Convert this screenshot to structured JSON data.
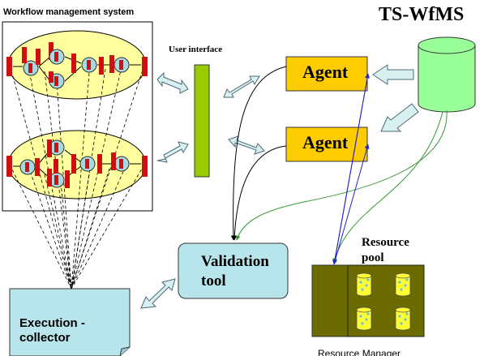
{
  "diagram": {
    "wfms_label": "Workflow management system",
    "title": "TS-WfMS",
    "user_interface_label": "User interface",
    "agent_top_label": "Agent",
    "agent_bottom_label": "Agent",
    "validation_tool_label_line1": "Validation",
    "validation_tool_label_line2": "tool",
    "resource_pool_label_line1": "Resource",
    "resource_pool_label_line2": "pool",
    "execution_collector_label_line1": "Execution -",
    "execution_collector_label_line2": "collector",
    "resource_manager_label": "Resource Manager"
  },
  "colors": {
    "ellipse_fill": "#ffffa0",
    "node_red": "#d01010",
    "circle_fill": "#a8d8e0",
    "ui_bar": "#99cc00",
    "agent_fill": "#ffcc00",
    "database_fill": "#99ff99",
    "validation_fill": "#b8e4ec",
    "resource_manager_fill": "#6b6b00",
    "resource_pool_fill": "#ffff33",
    "connector_green": "#339933",
    "connector_blue": "#2222cc",
    "arrow_fill": "#d8f0f0"
  }
}
